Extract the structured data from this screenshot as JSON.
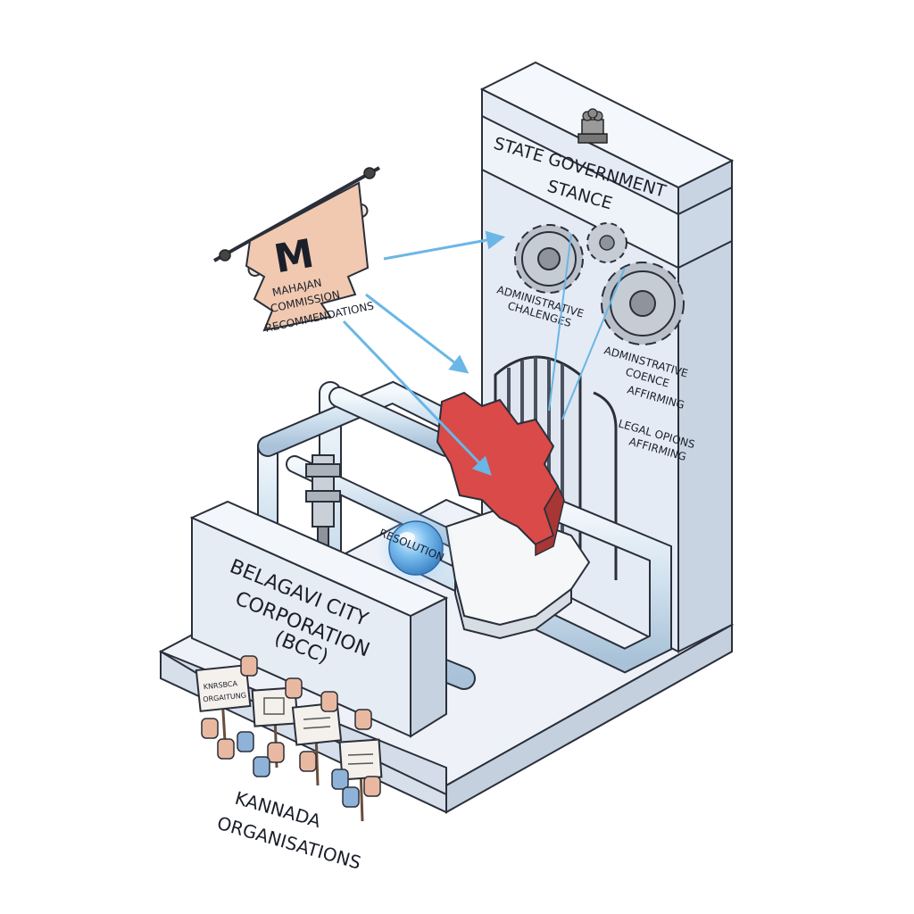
{
  "labels": {
    "state_title_line1": "STATE GOVERNMENT",
    "state_title_line2": "STANCE",
    "scroll_letter": "M",
    "scroll_line1": "MAHAJAN",
    "scroll_line2": "COMMISSION",
    "scroll_line3": "RECOMMENDATIONS",
    "admin_challenges_line1": "ADMINISTRATIVE",
    "admin_challenges_line2": "CHALENGES",
    "admin_coence_line1": "ADMINSTRATIVE",
    "admin_coence_line2": "COENCE",
    "admin_coence_line3": "AFFIRMING",
    "legal_line1": "LEGAL OPIONS",
    "legal_line2": "AFFIRMING",
    "resolution": "RESOLUTION",
    "bcc_line1": "BELAGAVI CITY",
    "bcc_line2": "CORPORATION",
    "bcc_line3": "(BCC)",
    "kannada_line1": "KANNADA",
    "kannada_line2": "ORGANISATIONS",
    "placard_text_line1": "KNRSBCA",
    "placard_text_line2": "ORGAITUNG"
  },
  "colors": {
    "panel": "#e8eef6",
    "panel_side": "#cfd9e6",
    "panel_top": "#f4f7fb",
    "outline": "#2a2f3a",
    "pipe": "#d8e6f2",
    "arrow": "#6ab6e6",
    "map_red": "#d94a48",
    "map_white": "#f6f7f9",
    "scroll_paper": "#f0c9b0",
    "gear": "#b9c0c9",
    "orb": "#6fb4ec",
    "hand_skin": "#e8b9a0",
    "hand_blue": "#8fb2d8"
  },
  "icons": [
    "emblem-icon",
    "gear-icon",
    "scroll-icon",
    "fist-icon",
    "placard-icon",
    "orb-icon",
    "map-icon",
    "gate-icon"
  ]
}
